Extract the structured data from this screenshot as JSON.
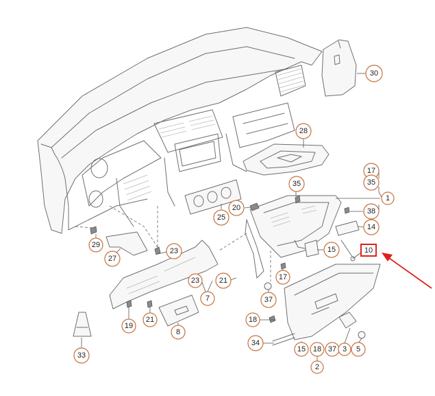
{
  "callouts": [
    {
      "id": "c30",
      "label": "30"
    },
    {
      "id": "c28",
      "label": "28"
    },
    {
      "id": "c17a",
      "label": "17"
    },
    {
      "id": "c35a",
      "label": "35"
    },
    {
      "id": "c1",
      "label": "1"
    },
    {
      "id": "c35b",
      "label": "35"
    },
    {
      "id": "c20",
      "label": "20"
    },
    {
      "id": "c25",
      "label": "25"
    },
    {
      "id": "c38",
      "label": "38"
    },
    {
      "id": "c14",
      "label": "14"
    },
    {
      "id": "c29",
      "label": "29"
    },
    {
      "id": "c23a",
      "label": "23"
    },
    {
      "id": "c27",
      "label": "27"
    },
    {
      "id": "c15a",
      "label": "15"
    },
    {
      "id": "c10",
      "label": "10"
    },
    {
      "id": "c23b",
      "label": "23"
    },
    {
      "id": "c21a",
      "label": "21"
    },
    {
      "id": "c7",
      "label": "7"
    },
    {
      "id": "c17b",
      "label": "17"
    },
    {
      "id": "c37a",
      "label": "37"
    },
    {
      "id": "c19",
      "label": "19"
    },
    {
      "id": "c21b",
      "label": "21"
    },
    {
      "id": "c8",
      "label": "8"
    },
    {
      "id": "c18a",
      "label": "18"
    },
    {
      "id": "c34",
      "label": "34"
    },
    {
      "id": "c15b",
      "label": "15"
    },
    {
      "id": "c18b",
      "label": "18"
    },
    {
      "id": "c37b",
      "label": "37"
    },
    {
      "id": "c3",
      "label": "3"
    },
    {
      "id": "c5",
      "label": "5"
    },
    {
      "id": "c2",
      "label": "2"
    },
    {
      "id": "c33",
      "label": "33"
    }
  ],
  "highlighted_callout": "10",
  "colors": {
    "line": "#6e6e6e",
    "callout_border": "#c8703a",
    "highlight": "#e0201c"
  }
}
